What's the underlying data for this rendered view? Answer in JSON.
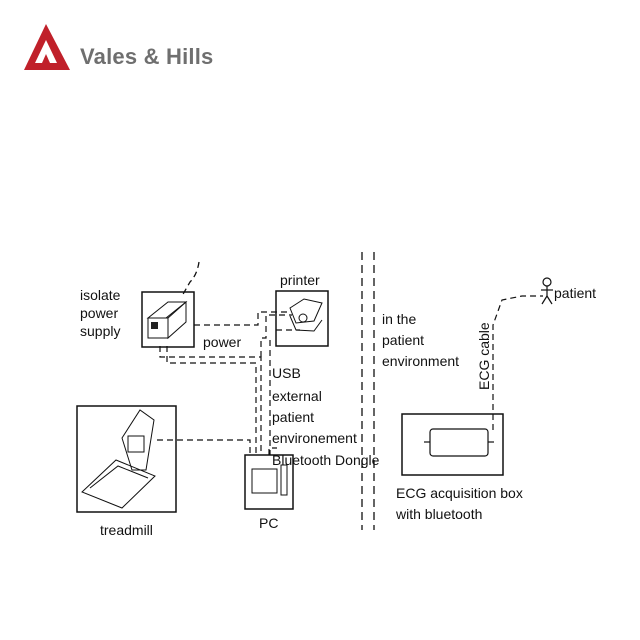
{
  "brand": {
    "name": "Vales & Hills",
    "logo_icon": "triangle-mountain-logo-icon",
    "logo_color": "#c0202a",
    "text_color": "#6f6f6f"
  },
  "diagram": {
    "isolate_power_supply": "isolate\npower\nsupply",
    "printer": "printer",
    "power": "power",
    "usb": "USB",
    "external_patient_environment": "external\npatient\nenvironement",
    "bluetooth_dongle": "Bluetooth Dongle",
    "treadmill": "treadmill",
    "pc": "PC",
    "in_patient_environment": "in the\npatient\nenvironment",
    "patient": "patient",
    "ecg_cable": "ECG cable",
    "ecg_box": "ECG acquisition box\nwith bluetooth"
  }
}
